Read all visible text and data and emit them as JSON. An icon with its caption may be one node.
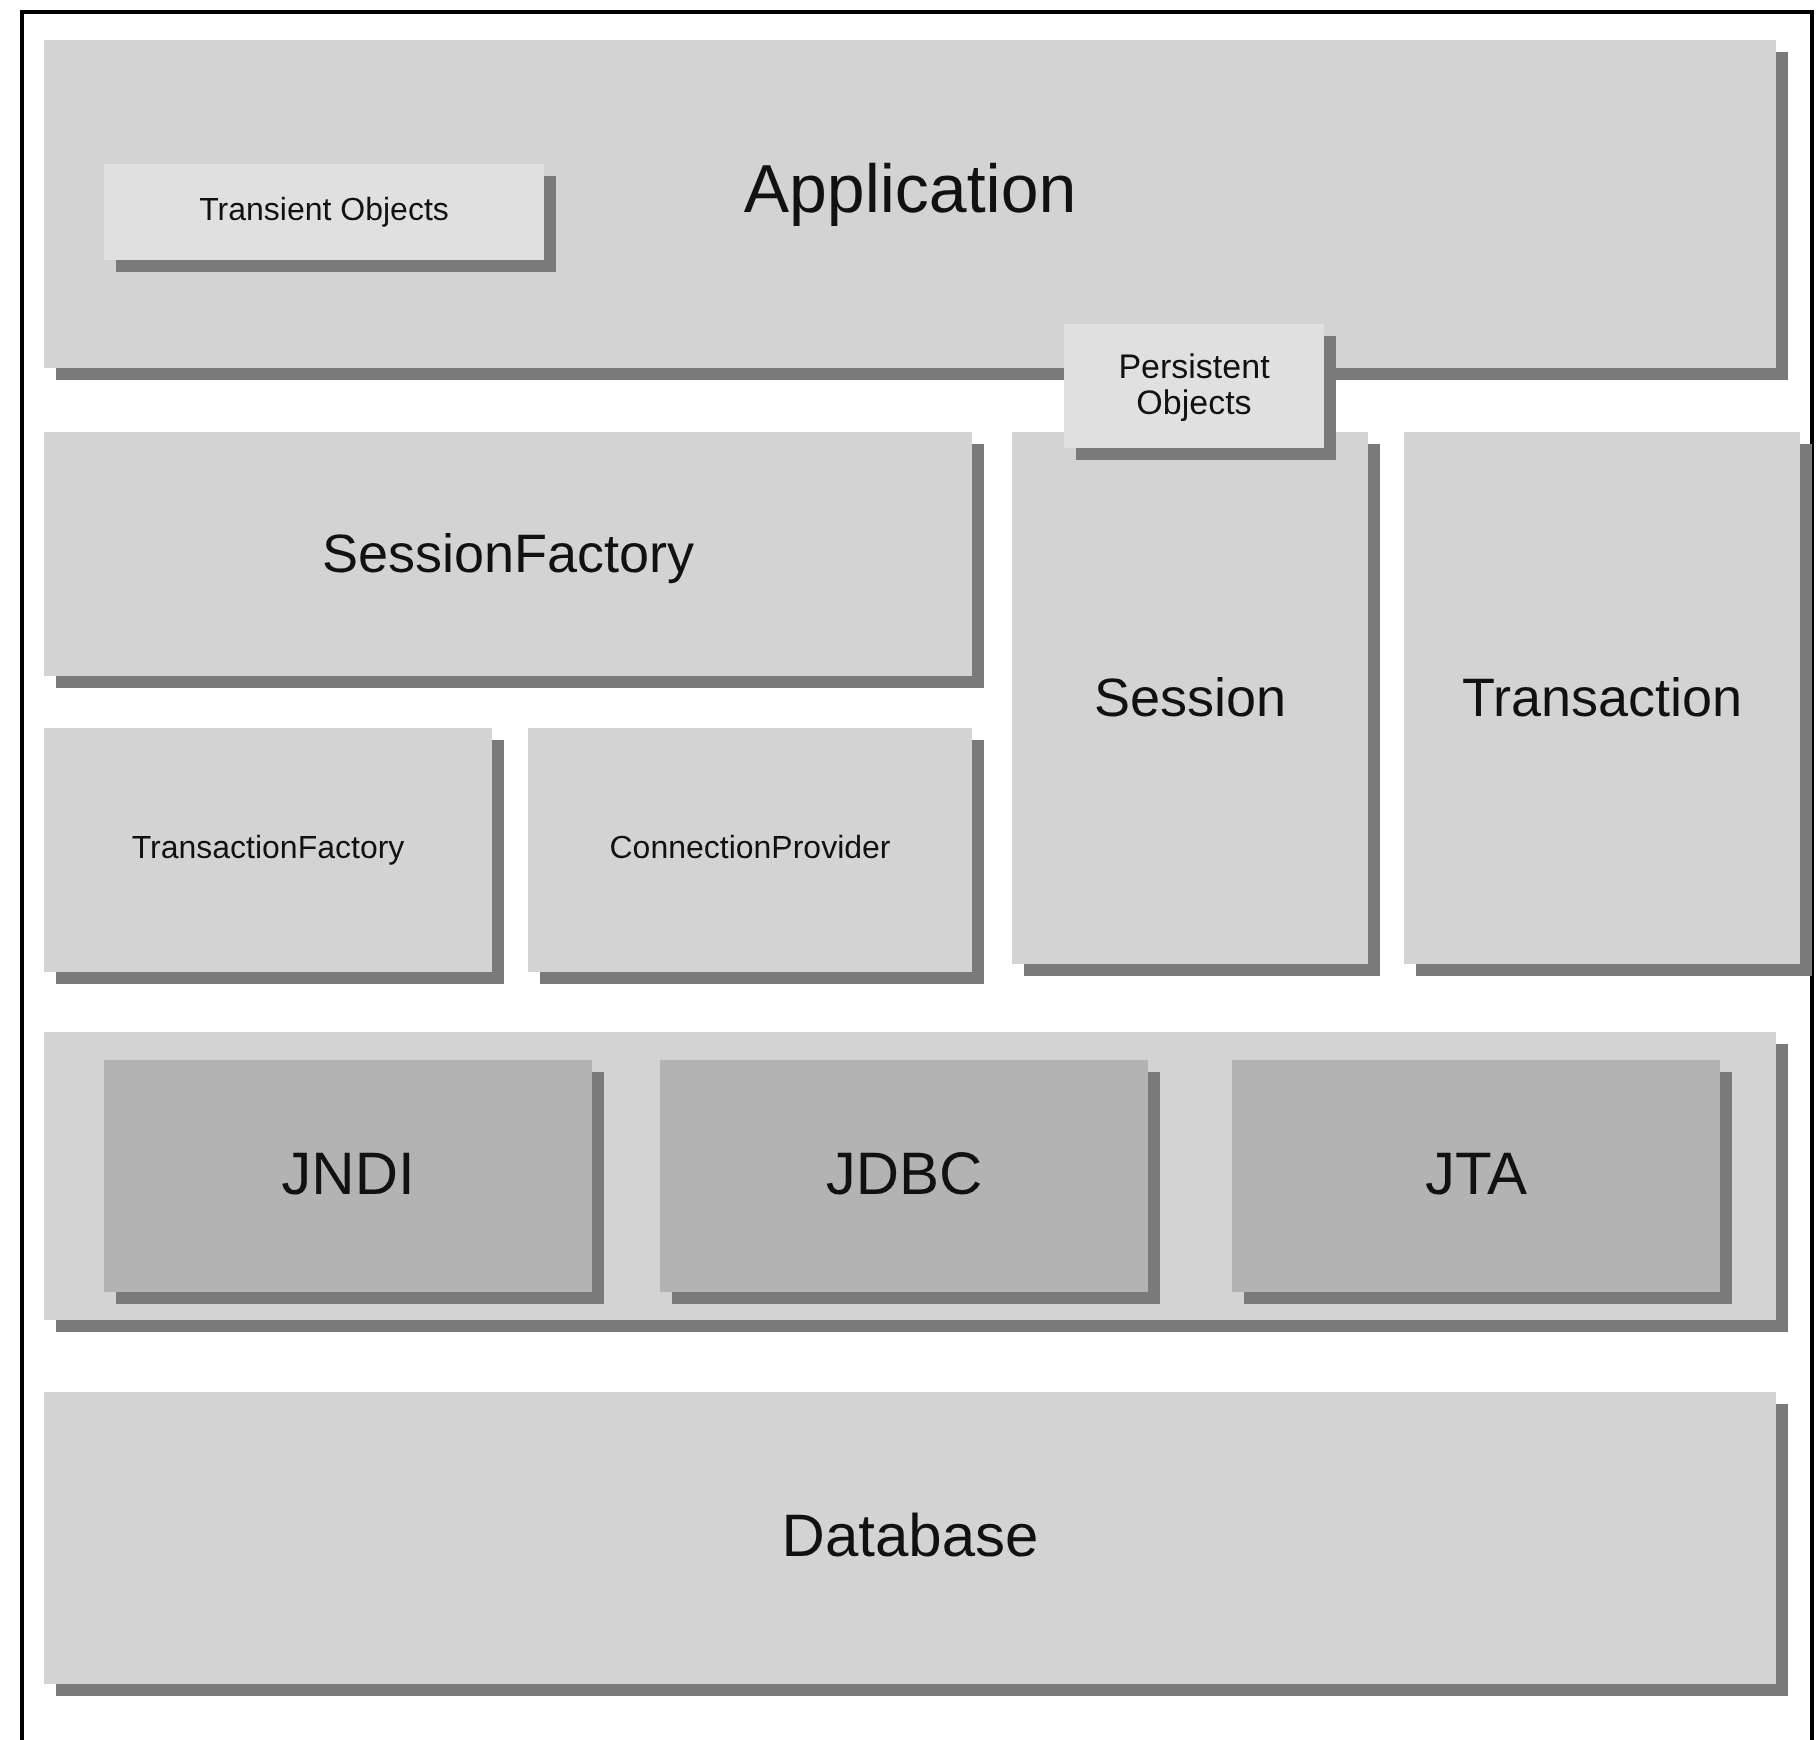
{
  "diagram": {
    "nodes": [
      {
        "text": [
          "Application"
        ]
      },
      {
        "text": [
          "Transient Objects"
        ],
        "in": 0
      },
      {
        "text": [
          "Persistent Objects"
        ]
      },
      {
        "text": [
          "SessionFactory"
        ]
      },
      {
        "text": [
          "Session"
        ]
      },
      {
        "text": [
          "Transaction"
        ]
      },
      {
        "text": [
          "TransactionFactory"
        ]
      },
      {
        "text": [
          "ConnectionProvider"
        ]
      },
      {
        "text": [],
        "shape": "box"
      },
      {
        "text": [
          "JNDI"
        ],
        "in": 8
      },
      {
        "text": [
          "JDBC"
        ],
        "in": 8
      },
      {
        "text": [
          "JTA"
        ],
        "in": 8
      },
      {
        "text": [
          "Database"
        ]
      }
    ],
    "edges": []
  }
}
